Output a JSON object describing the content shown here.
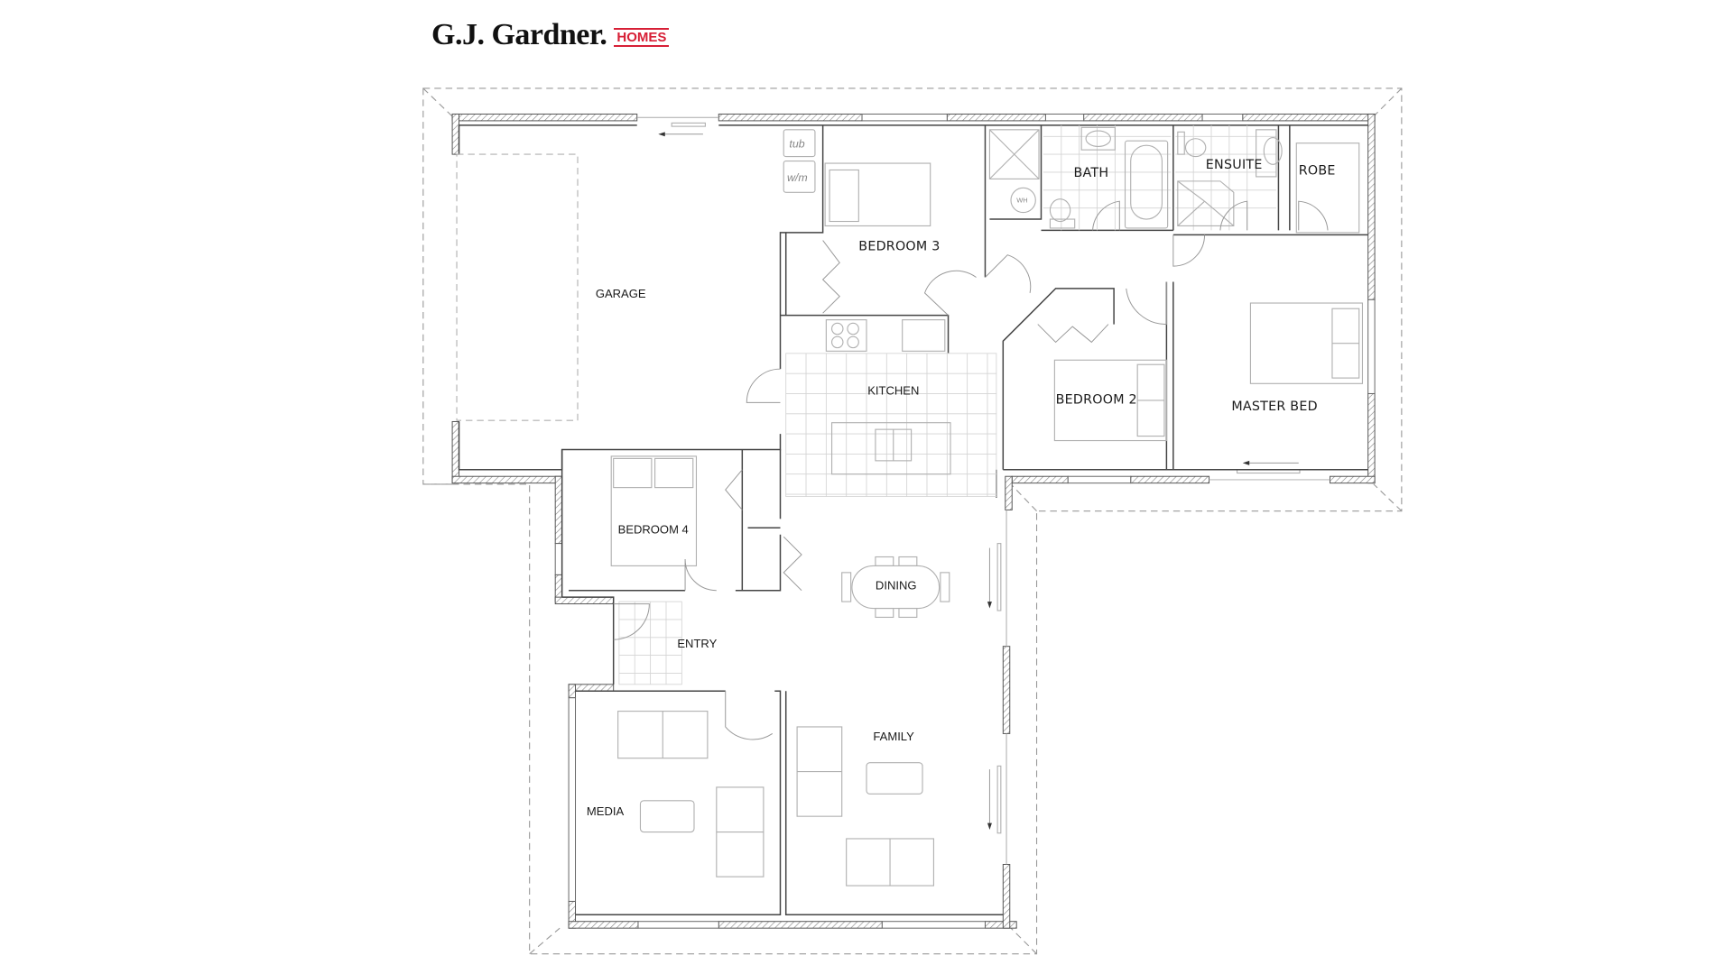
{
  "brand": {
    "name": "G.J. Gardner.",
    "suffix": "HOMES",
    "accent_color": "#d71f36"
  },
  "floor_plan": {
    "rooms": {
      "garage": "GARAGE",
      "bedroom3": "BEDROOM 3",
      "bath": "BATH",
      "ensuite": "ENSUITE",
      "robe": "ROBE",
      "kitchen": "KITCHEN",
      "bedroom2": "BEDROOM 2",
      "master": "MASTER BED",
      "bedroom4": "BEDROOM 4",
      "dining": "DINING",
      "entry": "ENTRY",
      "family": "FAMILY",
      "media": "MEDIA"
    },
    "fixtures": {
      "tub": "tub",
      "washing_machine": "w/m",
      "water_heater": "WH"
    }
  }
}
